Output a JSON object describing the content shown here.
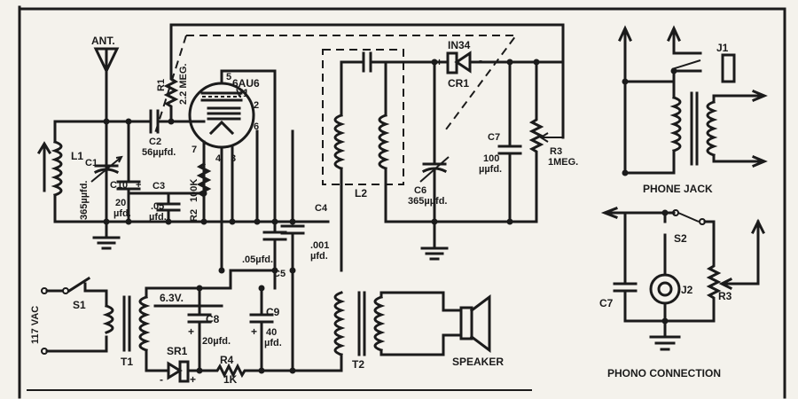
{
  "labels": {
    "ant": "ANT.",
    "r1": "R1",
    "r1_val": "2.2 MEG.",
    "tube": "6AU6",
    "v1": "V1",
    "pin5": "5",
    "pin2": "2",
    "pin6": "6",
    "pin7": "7",
    "pin4": "4",
    "pin3": "3",
    "l1": "L1",
    "c1": "C1",
    "c1_val": "365µµfd.",
    "c2": "C2",
    "c2_val": "56µµfd.",
    "c10": "C10",
    "c10_val1": "20",
    "c10_val2": "µfd.",
    "c3": "C3",
    "c3_val1": ".05",
    "c3_val2": "µfd.",
    "r2": "R2",
    "r2_val": "100K",
    "c4": "C4",
    "c4_val1": ".001",
    "c4_val2": "µfd.",
    "c5": "C5",
    "c5_val": ".05µfd.",
    "l2": "L2",
    "in34": "IN34",
    "cr1": "CR1",
    "c6": "C6",
    "c6_val": "365µµfd.",
    "c7": "C7",
    "c7_val1": "100",
    "c7_val2": "µµfd.",
    "r3": "R3",
    "r3_val": "1MEG.",
    "vac": "117 VAC",
    "s1": "S1",
    "t1": "T1",
    "v63": "6.3V.",
    "c8": "C8",
    "c8_val": "20µfd.",
    "c9": "C9",
    "c9_val1": "40",
    "c9_val2": "µfd.",
    "sr1": "SR1",
    "r4": "R4",
    "r4_val": "1K",
    "t2": "T2",
    "speaker": "SPEAKER",
    "j1": "J1",
    "phone_jack": "PHONE JACK",
    "s2": "S2",
    "j2": "J2",
    "r3b": "R3",
    "c7b": "C7",
    "phono": "PHONO CONNECTION",
    "plus": "+",
    "minus": "-"
  }
}
